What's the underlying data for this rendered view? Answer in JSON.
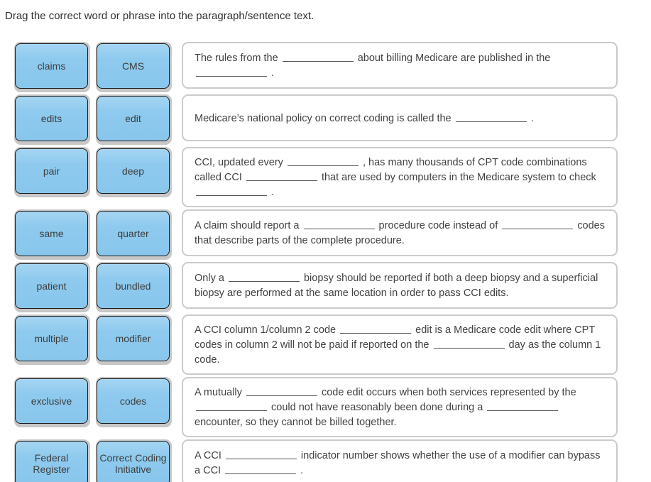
{
  "instruction": "Drag the correct word or phrase into the paragraph/sentence text.",
  "colors": {
    "tile_fill": "#8ECAEE",
    "tile_border": "#1B1B1B",
    "tile_slot_gray": "#C7C7C7",
    "sentence_box_border": "#CBCBCB",
    "text": "#414141"
  },
  "word_tiles": [
    {
      "label": "claims"
    },
    {
      "label": "CMS"
    },
    {
      "label": "edits"
    },
    {
      "label": "edit"
    },
    {
      "label": "pair"
    },
    {
      "label": "deep"
    },
    {
      "label": "same"
    },
    {
      "label": "quarter"
    },
    {
      "label": "patient"
    },
    {
      "label": "bundled"
    },
    {
      "label": "multiple"
    },
    {
      "label": "modifier"
    },
    {
      "label": "exclusive"
    },
    {
      "label": "codes"
    },
    {
      "label": "Federal Register"
    },
    {
      "label": "Correct Coding Initiative"
    }
  ],
  "sentences": [
    {
      "parts": [
        {
          "t": "The rules from the "
        },
        {
          "blank": true
        },
        {
          "t": " about billing Medicare are published in the "
        },
        {
          "blank": true
        },
        {
          "t": " ."
        }
      ]
    },
    {
      "parts": [
        {
          "t": "Medicare’s national policy on correct coding is called the "
        },
        {
          "blank": true
        },
        {
          "t": " ."
        }
      ]
    },
    {
      "parts": [
        {
          "t": "CCI, updated every "
        },
        {
          "blank": true
        },
        {
          "t": " , has many thousands of CPT code combinations called CCI "
        },
        {
          "blank": true
        },
        {
          "t": " that are used by computers in the Medicare system to check "
        },
        {
          "blank": true
        },
        {
          "t": " ."
        }
      ]
    },
    {
      "parts": [
        {
          "t": "A claim should report a "
        },
        {
          "blank": true
        },
        {
          "t": " procedure code instead of "
        },
        {
          "blank": true
        },
        {
          "t": " codes that describe parts of the complete procedure."
        }
      ]
    },
    {
      "parts": [
        {
          "t": "Only a "
        },
        {
          "blank": true
        },
        {
          "t": " biopsy should be reported if both a deep biopsy and a superficial biopsy are performed at the same location in order to pass CCI edits."
        }
      ]
    },
    {
      "parts": [
        {
          "t": "A CCI column 1/column 2 code "
        },
        {
          "blank": true
        },
        {
          "t": " edit is a Medicare code edit where CPT codes in column 2 will not be paid if reported on the "
        },
        {
          "blank": true
        },
        {
          "t": " day as the column 1 code."
        }
      ]
    },
    {
      "parts": [
        {
          "t": "A mutually "
        },
        {
          "blank": true
        },
        {
          "t": " code edit occurs when both services represented by the "
        },
        {
          "blank": true
        },
        {
          "t": " could not have reasonably been done during a "
        },
        {
          "blank": true
        },
        {
          "t": " encounter, so they cannot be billed together."
        }
      ]
    },
    {
      "parts": [
        {
          "t": "A CCI "
        },
        {
          "blank": true
        },
        {
          "t": " indicator number shows whether the use of a modifier can bypass a CCI "
        },
        {
          "blank": true
        },
        {
          "t": " ."
        }
      ]
    }
  ]
}
